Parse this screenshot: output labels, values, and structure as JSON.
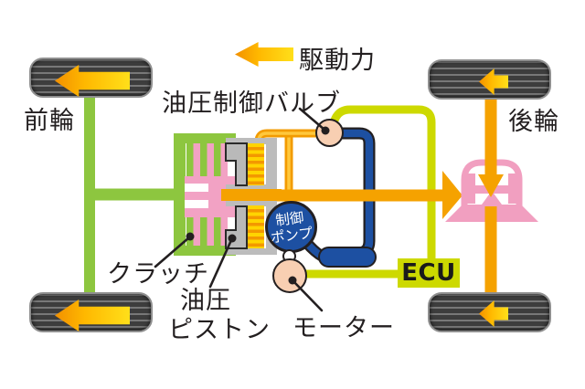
{
  "diagram": {
    "type": "awd-drivetrain-schematic",
    "drive_direction": "left",
    "labels": {
      "front_wheel": "前輪",
      "rear_wheel": "後輪",
      "drive_force": "駆動力",
      "hydraulic_control_valve": "油圧制御バルブ",
      "clutch": "クラッチ",
      "hydraulic_piston_line1": "油圧",
      "hydraulic_piston_line2": "ピストン",
      "control_pump_line1": "制御",
      "control_pump_line2": "ポンプ",
      "motor": "モーター",
      "ecu": "ECU"
    },
    "colors": {
      "axle_green": "#8dc63f",
      "shaft_orange": "#f5a200",
      "signal_yellow_green": "#cdd900",
      "hydraulic_blue": "#1d50a2",
      "component_pink": "#f2a2c4",
      "circle_peach": "#f8cfb2",
      "arrow_yellow": "#ffdf1a",
      "tire_gray": "#3d3d3d",
      "text_black": "#231f20"
    }
  }
}
